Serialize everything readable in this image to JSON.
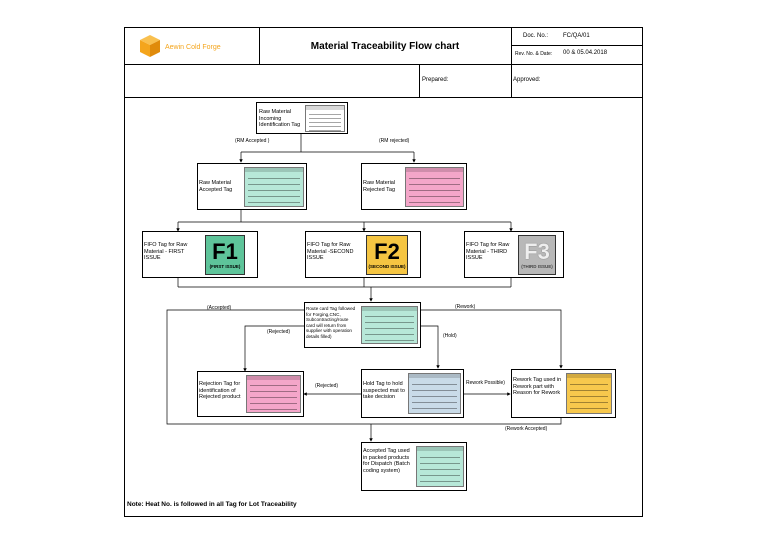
{
  "header": {
    "company": "Aewin Cold Forge",
    "title": "Material Traceability Flow chart",
    "doc_no_label": "Doc. No.:",
    "doc_no_value": "FC/QA/01",
    "rev_label": "Rev. No. & Date:",
    "rev_value": "00 & 05.04.2018",
    "prepared_label": "Prepared:",
    "approved_label": "Approved:"
  },
  "colors": {
    "logo_orange": "#f4a51c",
    "accepted_green": "#b7e8d8",
    "rejected_pink": "#f4a6c9",
    "hold_blue": "#c9dbe8",
    "rework_yellow": "#f7c84d",
    "f1_green": "#5ec49a",
    "f2_yellow": "#f5c542",
    "f3_grey": "#b8b8b8"
  },
  "nodes": {
    "incoming": "Raw Material Incoming Identification Tag",
    "rm_accepted": "Raw Material Accepted Tag",
    "rm_rejected": "Raw Material Rejected Tag",
    "fifo1": "FIFO Tag for Raw Material - FIRST ISSUE",
    "fifo2": "FIFO Tag for Raw Material -SECOND ISSUE",
    "fifo3": "FIFO Tag for Raw Material - THIRD ISSUE",
    "route_card": "Route card Tag followed for Forging,CNC, Subcontracting/route card will return from supplier with operation details filled)",
    "rejection": "Rejection Tag for identification of Rejected product",
    "hold": "Hold Tag to hold suspected mat to take decision",
    "rework": "Rework Tag used in Rework part with Reason for Rework",
    "accepted_final": "Accepted Tag used in packed products for Dispatch (Batch coding system)"
  },
  "tiles": {
    "f1": "F1",
    "f1_sub": "(FIRST ISSUE)",
    "f2": "F2",
    "f2_sub": "(SECOND ISSUE)",
    "f3": "F3",
    "f3_sub": "(THIRD ISSUE)"
  },
  "edges": {
    "rm_accepted": "(RM Accepted )",
    "rm_rejected": "(RM rejected)",
    "accepted": "(Accepted)",
    "rework": "(Rework)",
    "rejected_1": "(Rejected)",
    "hold": "(Hold)",
    "rejected_2": "(Rejected)",
    "rework_possible": "Rework Possible)",
    "rework_accepted": "(Rework Accepted)"
  },
  "note": "Note:  Heat No. is followed in all Tag for Lot Traceability"
}
